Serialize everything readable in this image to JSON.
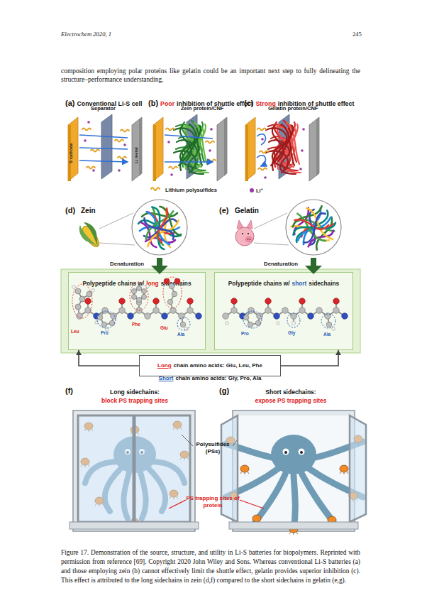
{
  "diagram": {
    "caption": "Figure 17. Demonstration of the source, structure, and utility in Li-S batteries for biopolymers. Reprinted with permission from reference [69]. Copyright 2020 John Wiley and Sons. Whereas conventional Li-S batteries (a) and those employing zein (b) cannot effectively limit the shuttle effect, gelatin provides superior inhibition (c). This effect is attributed to the long sidechains in zein (d,f) compared to the short sidechains in gelatin (e,g).",
    "nodes": [
      {
        "text": [
          "Polypeptide chains w/",
          "long",
          "sidechains"
        ]
      },
      {
        "text": [
          "Polypeptide chains w/",
          "short",
          "sidechains"
        ]
      },
      {
        "text": [
          "Long",
          "chain amino acids: Glu, Leu, Phe",
          "Short",
          "chain amino acids: Gly, Pro, Ala"
        ]
      }
    ],
    "edges": [
      {
        "from": 2,
        "to": 0,
        "arrow": "to"
      },
      {
        "from": 2,
        "to": 1,
        "arrow": "to"
      }
    ],
    "labels": [
      "Electrochem 2020, 1",
      "245",
      "composition employing polar proteins like gelatin could be an important next step to fully delineating the structure–performance understanding.",
      "(a)",
      "Conventional Li-S cell",
      "(b)",
      "Poor",
      "inhibition of shuttle effect",
      "(c)",
      "Strong",
      "inhibition of shuttle effect",
      "Separator",
      "S cathode",
      "Li metal",
      "Zein protein/CNF",
      "Gelatin protein/CNF",
      "(d)",
      "Zein",
      "(e)",
      "Gelatin",
      "Denaturation",
      "Denaturation",
      "Leu",
      "Pro",
      "Phe",
      "Glu",
      "Ala",
      "Pro",
      "Gly",
      "Ala",
      "(f)",
      "Long sidechains:",
      "block PS trapping sites",
      "(g)",
      "Short sidechains:",
      "expose PS trapping sites",
      "Polysulfides (PSs)",
      "PS trapping sites of protein"
    ],
    "legend": [
      {
        "text": "Lithium polysulfides"
      },
      {
        "text": "Li⁺",
        "color": "#9b3aa6"
      }
    ]
  }
}
